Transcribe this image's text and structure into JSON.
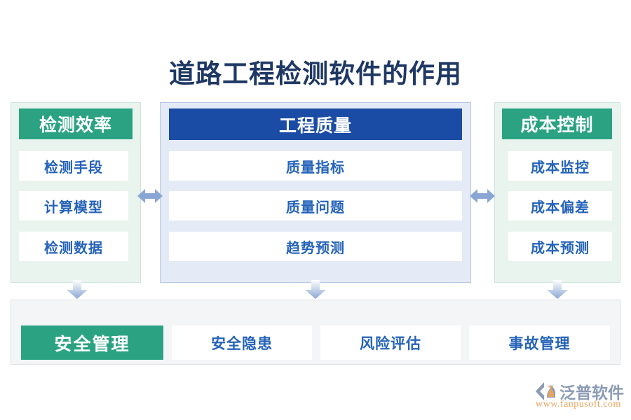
{
  "title": "道路工程检测软件的作用",
  "colors": {
    "title_text": "#1f3864",
    "teal_header": "#2ba383",
    "blue_header": "#1a4ba5",
    "item_text": "#2563b8",
    "side_panel_bg": "#e9f4ef",
    "center_panel_bg": "#e4ebf6",
    "bottom_panel_bg": "#f4f5f7",
    "arrow": "#8aa7d4",
    "logo_name": "#8b9bb4",
    "logo_url": "#e8a45c"
  },
  "columns": {
    "left": {
      "header": "检测效率",
      "items": [
        {
          "label": "检测手段"
        },
        {
          "label": "计算模型"
        },
        {
          "label": "检测数据"
        }
      ]
    },
    "center": {
      "header": "工程质量",
      "items": [
        {
          "label": "质量指标"
        },
        {
          "label": "质量问题"
        },
        {
          "label": "趋势预测"
        }
      ]
    },
    "right": {
      "header": "成本控制",
      "items": [
        {
          "label": "成本监控"
        },
        {
          "label": "成本偏差"
        },
        {
          "label": "成本预测"
        }
      ]
    }
  },
  "bottom": {
    "boxes": [
      {
        "label": "安全管理",
        "active": true
      },
      {
        "label": "安全隐患",
        "active": false
      },
      {
        "label": "风险评估",
        "active": false
      },
      {
        "label": "事故管理",
        "active": false
      }
    ]
  },
  "connectors": {
    "horizontal": [
      {
        "name": "left-center-link",
        "icon": "double-arrow-horizontal-icon"
      },
      {
        "name": "center-right-link",
        "icon": "double-arrow-horizontal-icon"
      }
    ],
    "vertical": [
      {
        "name": "left-to-bottom-link",
        "icon": "arrow-down-icon"
      },
      {
        "name": "center-to-bottom-link",
        "icon": "arrow-down-icon"
      },
      {
        "name": "right-to-bottom-link",
        "icon": "arrow-down-icon"
      }
    ]
  },
  "logo": {
    "name": "泛普软件",
    "url": "www.fanpusoft.com"
  }
}
